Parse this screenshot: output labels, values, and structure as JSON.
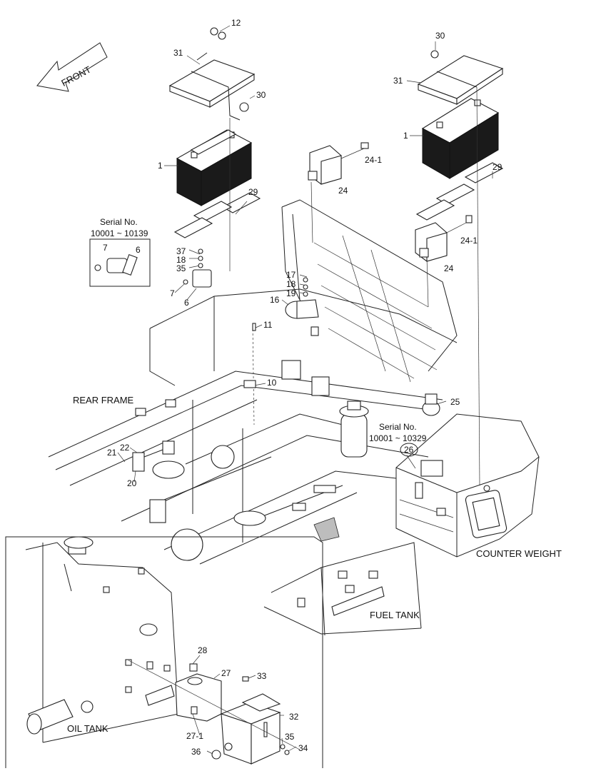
{
  "diagram": {
    "front_arrow_label": "FRONT",
    "part_numbers": {
      "p1_left": "1",
      "p1_right": "1",
      "p6_inset": "6",
      "p6": "6",
      "p7_inset": "7",
      "p7": "7",
      "p10": "10",
      "p11": "11",
      "p12": "12",
      "p16": "16",
      "p17": "17",
      "p18_a": "18",
      "p18_b": "18",
      "p19": "19",
      "p20": "20",
      "p21": "21",
      "p22": "22",
      "p24_a": "24",
      "p24_b": "24",
      "p24_1_a": "24-1",
      "p24_1_b": "24-1",
      "p25": "25",
      "p26": "26",
      "p27": "27",
      "p27_1": "27-1",
      "p28": "28",
      "p29_a": "29",
      "p29_b": "29",
      "p30_a": "30",
      "p30_b": "30",
      "p31_a": "31",
      "p31_b": "31",
      "p32": "32",
      "p33": "33",
      "p34": "34",
      "p35_a": "35",
      "p35_b": "35",
      "p36": "36",
      "p37": "37"
    },
    "serial_note_1": {
      "title": "Serial No.",
      "range": "10001 ~ 10139"
    },
    "serial_note_2": {
      "title": "Serial No.",
      "range": "10001 ~ 10329"
    },
    "area_labels": {
      "rear_frame": "REAR FRAME",
      "counter_weight": "COUNTER WEIGHT",
      "fuel_tank": "FUEL TANK",
      "oil_tank": "OIL TANK"
    }
  }
}
